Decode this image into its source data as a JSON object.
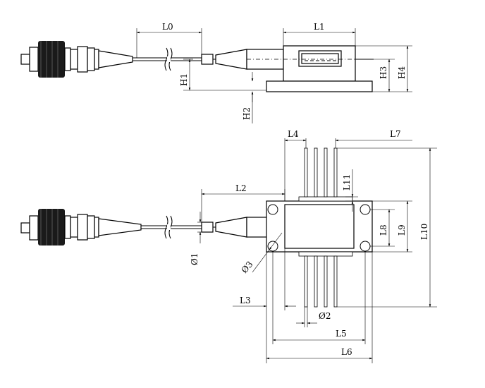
{
  "labels": {
    "L0": "L0",
    "L1": "L1",
    "H1": "H1",
    "H2": "H2",
    "H3": "H3",
    "H4": "H4",
    "L2": "L2",
    "L3": "L3",
    "L4": "L4",
    "L5": "L5",
    "L6": "L6",
    "L7": "L7",
    "L8": "L8",
    "L9": "L9",
    "L10": "L10",
    "L11": "L11",
    "phi1": "Ø1",
    "phi2": "Ø2",
    "phi3": "Ø3"
  }
}
